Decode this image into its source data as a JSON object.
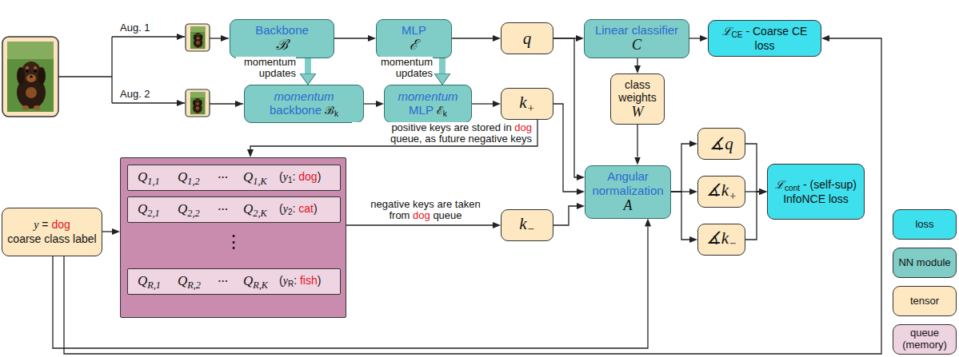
{
  "diagram": {
    "nodes": [
      {
        "text": [
          "Backbone",
          "ℬ"
        ]
      },
      {
        "text": [
          "MLP",
          "ℰ"
        ]
      },
      {
        "text": [
          "q"
        ]
      },
      {
        "text": [
          "Linear classifier",
          "C"
        ]
      },
      {
        "text": [
          "ℒCE - Coarse CE loss"
        ]
      },
      {
        "text": [
          "momentum backbone ℬk"
        ]
      },
      {
        "text": [
          "momentum MLP ℰk"
        ]
      },
      {
        "text": [
          "k+"
        ]
      },
      {
        "text": [
          "class weights",
          "W"
        ]
      },
      {
        "text": [
          "⋮"
        ]
      },
      {
        "text": [
          "Q1,1",
          "Q1,2",
          "···",
          "Q1,K",
          "(y1: dog)"
        ],
        "in": 9
      },
      {
        "text": [
          "Q2,1",
          "Q2,2",
          "···",
          "Q2,K",
          "(y2: cat)"
        ],
        "in": 9
      },
      {
        "text": [
          "QR,1",
          "QR,2",
          "···",
          "QR,K",
          "(yR: fish)"
        ],
        "in": 9
      },
      {
        "text": [
          "y = dog coarse class label"
        ]
      },
      {
        "text": [
          "k−"
        ]
      },
      {
        "text": [
          "Angular normalization",
          "A"
        ]
      },
      {
        "text": [
          "∡q"
        ]
      },
      {
        "text": [
          "∡k+"
        ]
      },
      {
        "text": [
          "∡k−"
        ]
      },
      {
        "text": [
          "ℒcont - (self-sup) InfoNCE loss"
        ]
      }
    ],
    "edges": [
      {
        "from": 0,
        "to": 1,
        "arrow": "to"
      },
      {
        "from": 1,
        "to": 2,
        "arrow": "to"
      },
      {
        "from": 2,
        "to": 3,
        "arrow": "to"
      },
      {
        "from": 3,
        "to": 4,
        "arrow": "to"
      },
      {
        "from": 0,
        "to": 5,
        "label": "momentum updates",
        "arrow": "to"
      },
      {
        "from": 1,
        "to": 6,
        "label": "momentum updates",
        "arrow": "to"
      },
      {
        "from": 5,
        "to": 6,
        "arrow": "to"
      },
      {
        "from": 6,
        "to": 7,
        "arrow": "to"
      },
      {
        "from": 3,
        "to": 8,
        "arrow": "to"
      },
      {
        "from": 8,
        "to": 15,
        "arrow": "to"
      },
      {
        "from": 2,
        "to": 15,
        "arrow": "to"
      },
      {
        "from": 7,
        "to": 15,
        "arrow": "to"
      },
      {
        "from": 7,
        "to": 9,
        "label": "positive keys are stored in dog queue, as future negative keys",
        "arrow": "to"
      },
      {
        "from": 9,
        "to": 14,
        "label": "negative keys are taken from dog queue",
        "arrow": "to"
      },
      {
        "from": 14,
        "to": 15,
        "arrow": "to"
      },
      {
        "from": 13,
        "to": 9,
        "arrow": "to"
      },
      {
        "from": 13,
        "to": 15,
        "arrow": "to"
      },
      {
        "from": 13,
        "to": 4,
        "arrow": "to"
      },
      {
        "from": 15,
        "to": 16,
        "arrow": "to"
      },
      {
        "from": 15,
        "to": 17,
        "arrow": "to"
      },
      {
        "from": 15,
        "to": 18,
        "arrow": "to"
      },
      {
        "from": 16,
        "to": 19,
        "arrow": "to"
      },
      {
        "from": 17,
        "to": 19,
        "arrow": "to"
      },
      {
        "from": 18,
        "to": 19,
        "arrow": "to"
      }
    ],
    "labels": [
      "Aug. 1",
      "Aug. 2"
    ],
    "legend": [
      {
        "text": "loss",
        "color": "#3fe0ee"
      },
      {
        "text": "NN module",
        "color": "#7fcdc6"
      },
      {
        "text": "tensor",
        "color": "#fde8c1"
      },
      {
        "text": "queue (memory)",
        "color": "#eed3e1"
      }
    ]
  }
}
